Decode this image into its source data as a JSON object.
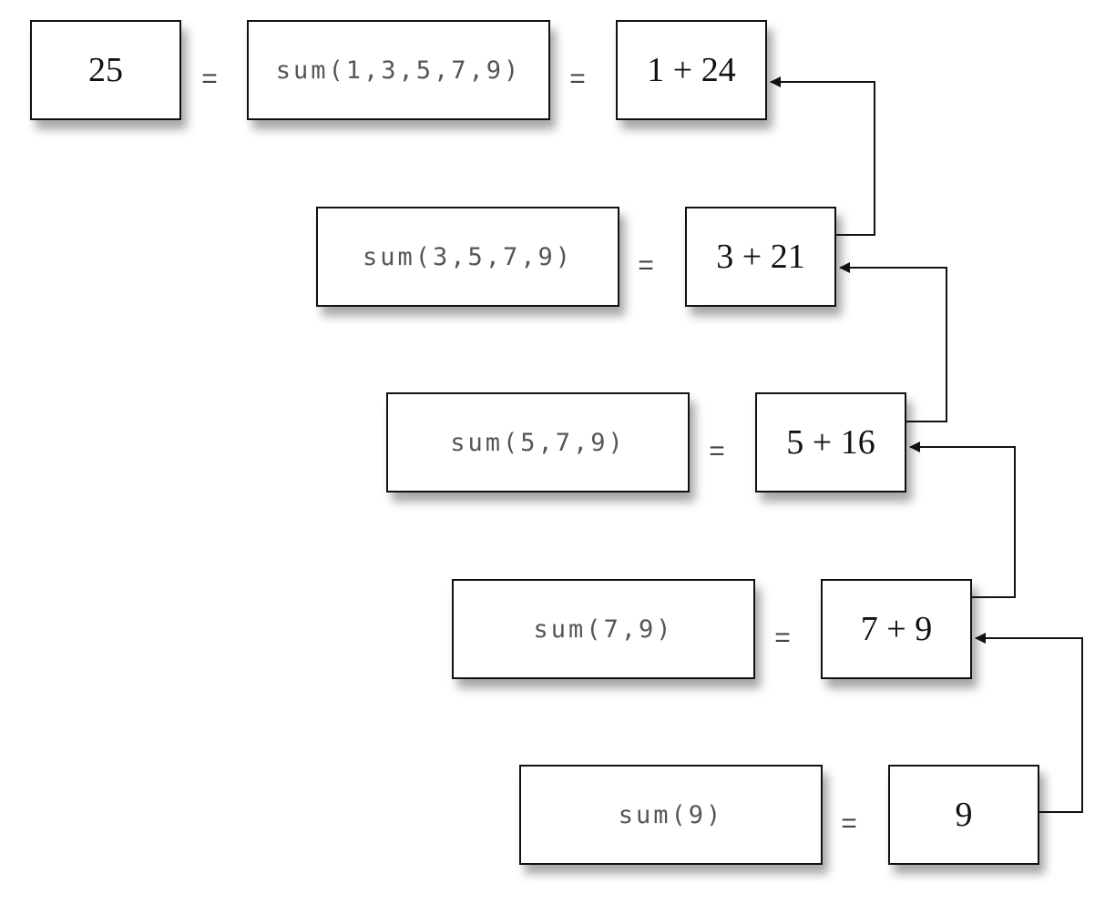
{
  "rows": [
    {
      "result": "25",
      "call": "sum(1,3,5,7,9)",
      "expansion": "1 + 24"
    },
    {
      "call": "sum(3,5,7,9)",
      "expansion": "3 + 21"
    },
    {
      "call": "sum(5,7,9)",
      "expansion": "5 + 16"
    },
    {
      "call": "sum(7,9)",
      "expansion": "7 + 9"
    },
    {
      "call": "sum(9)",
      "expansion": "9"
    }
  ],
  "equals_symbol": "=",
  "colors": {
    "border": "#111111",
    "code_text": "#555555",
    "value_text": "#111111"
  }
}
